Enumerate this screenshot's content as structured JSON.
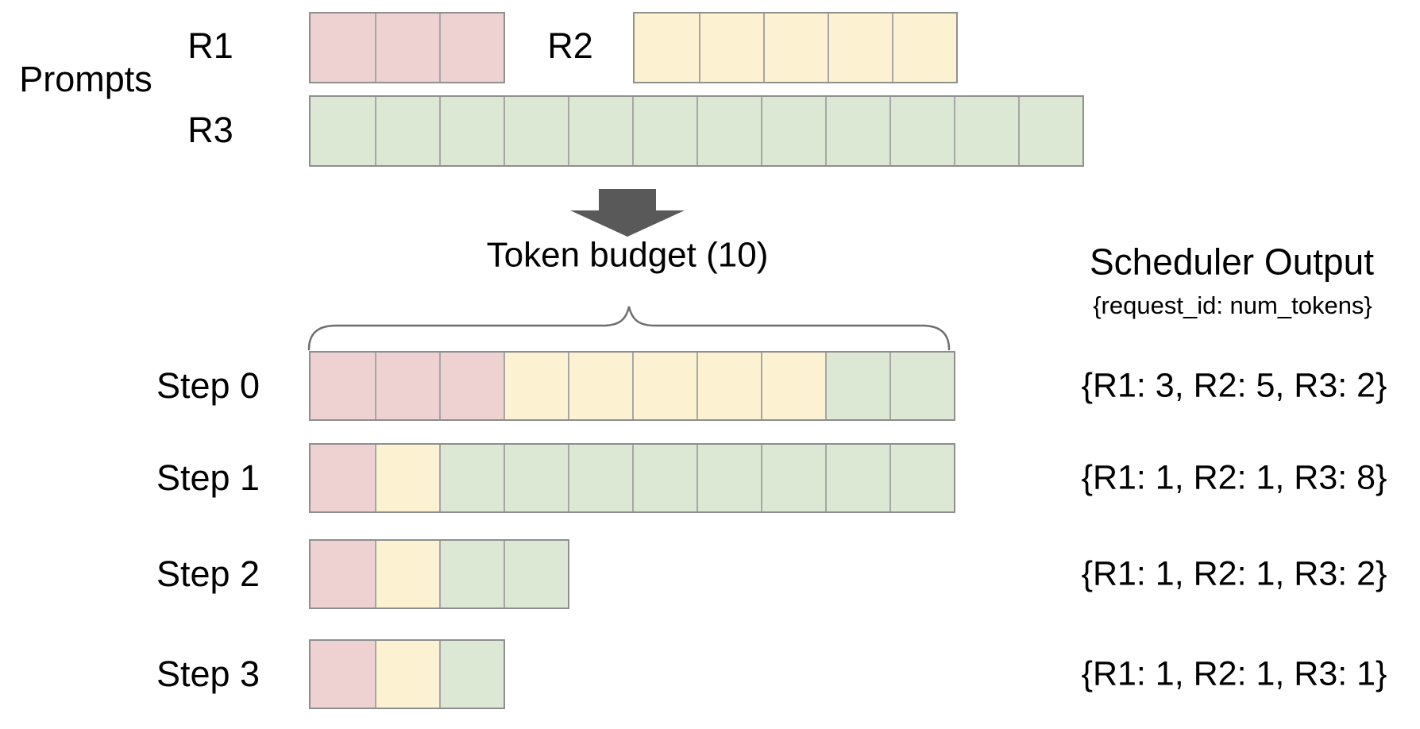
{
  "colors": {
    "background": "#ffffff",
    "text": "#000000",
    "r1_fill": "#eed1d1",
    "r2_fill": "#fcf2d1",
    "r3_fill": "#dde8d4",
    "cell_divider": "#a6a6a6",
    "row_border": "#8f8f8f",
    "arrow": "#595959",
    "brace": "#6e6e6e"
  },
  "prompts": {
    "label": "Prompts",
    "requests": [
      {
        "id": "R1",
        "label": "R1",
        "num_tokens": 3
      },
      {
        "id": "R2",
        "label": "R2",
        "num_tokens": 5
      },
      {
        "id": "R3",
        "label": "R3",
        "num_tokens": 12
      }
    ]
  },
  "token_budget": {
    "label": "Token budget (10)",
    "budget": 10
  },
  "scheduler": {
    "title": "Scheduler Output",
    "subtitle": "{request_id: num_tokens}",
    "steps": [
      {
        "label": "Step 0",
        "allocations": [
          {
            "request": "R1",
            "tokens": 3
          },
          {
            "request": "R2",
            "tokens": 5
          },
          {
            "request": "R3",
            "tokens": 2
          }
        ],
        "output": "{R1: 3, R2: 5, R3: 2}"
      },
      {
        "label": "Step 1",
        "allocations": [
          {
            "request": "R1",
            "tokens": 1
          },
          {
            "request": "R2",
            "tokens": 1
          },
          {
            "request": "R3",
            "tokens": 8
          }
        ],
        "output": "{R1: 1, R2: 1, R3: 8}"
      },
      {
        "label": "Step 2",
        "allocations": [
          {
            "request": "R1",
            "tokens": 1
          },
          {
            "request": "R2",
            "tokens": 1
          },
          {
            "request": "R3",
            "tokens": 2
          }
        ],
        "output": "{R1: 1, R2: 1, R3: 2}"
      },
      {
        "label": "Step 3",
        "allocations": [
          {
            "request": "R1",
            "tokens": 1
          },
          {
            "request": "R2",
            "tokens": 1
          },
          {
            "request": "R3",
            "tokens": 1
          }
        ],
        "output": "{R1: 1, R2: 1, R3: 1}"
      }
    ]
  }
}
